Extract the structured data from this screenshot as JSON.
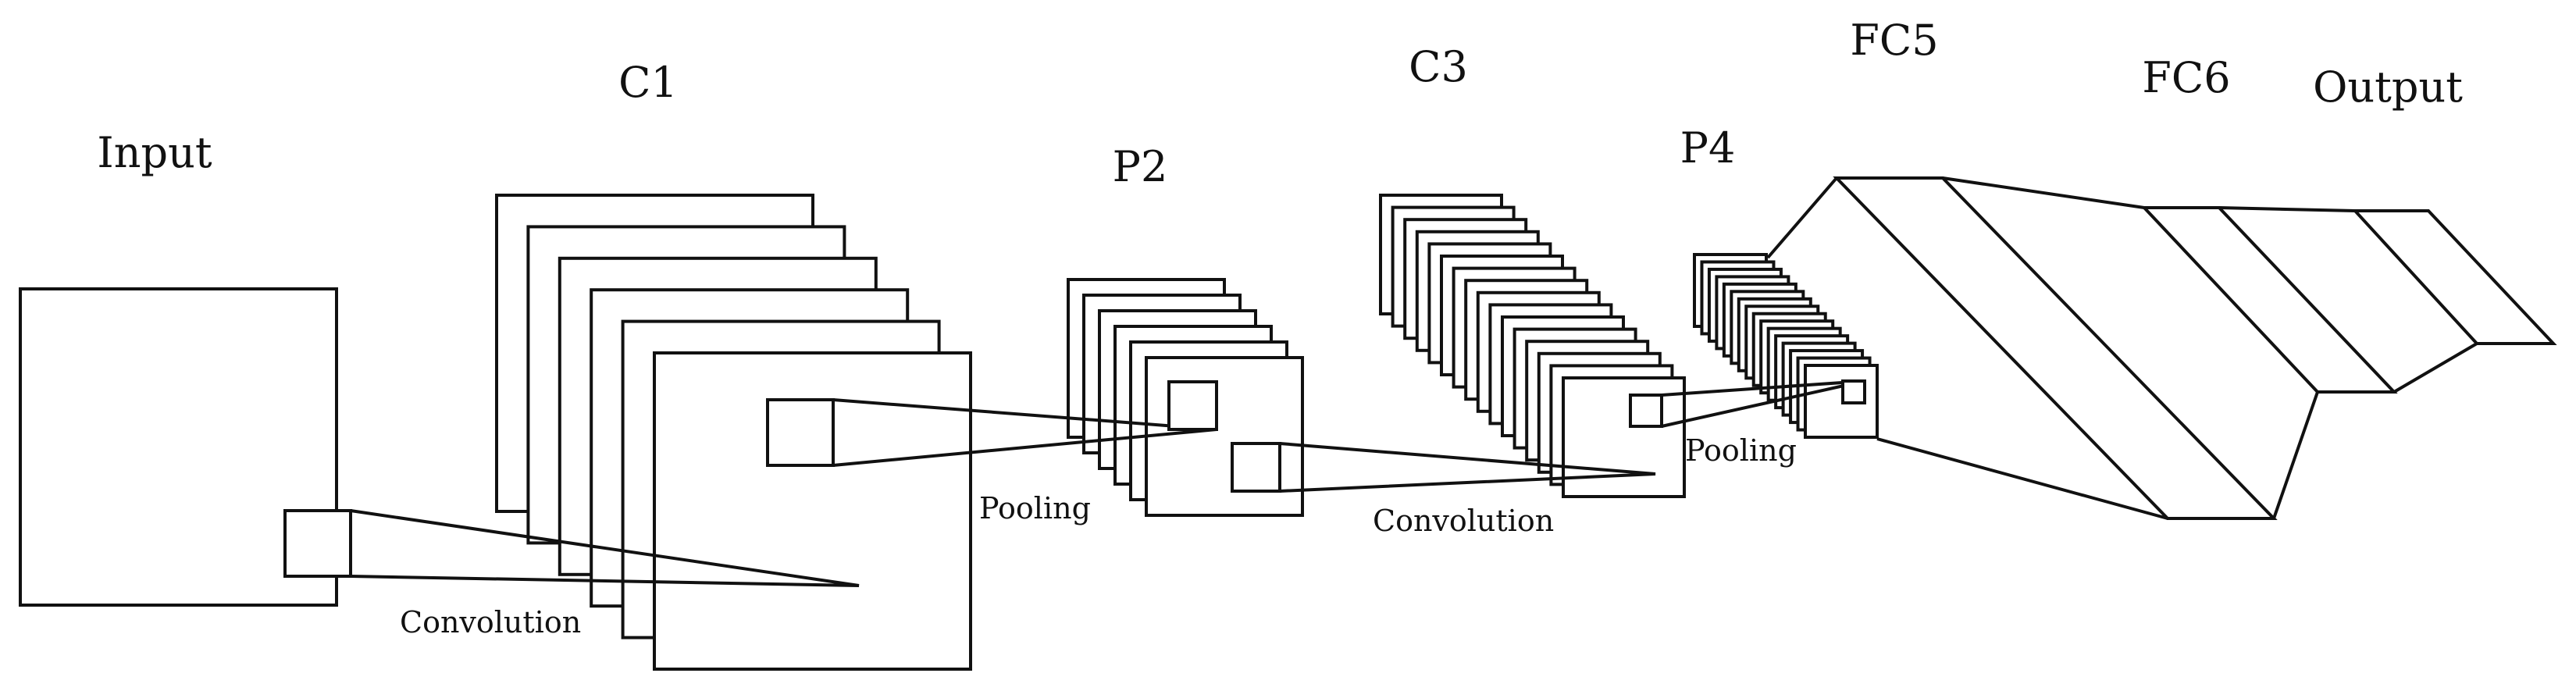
{
  "layers": {
    "input": "Input",
    "c1": "C1",
    "p2": "P2",
    "c3": "C3",
    "p4": "P4",
    "fc5": "FC5",
    "fc6": "FC6",
    "output": "Output"
  },
  "operations": {
    "conv1": "Convolution",
    "pool1": "Pooling",
    "conv2": "Convolution",
    "pool2": "Pooling"
  },
  "feature_map_counts": {
    "c1": 6,
    "p2": 6,
    "c3": 16,
    "p4": 16
  }
}
